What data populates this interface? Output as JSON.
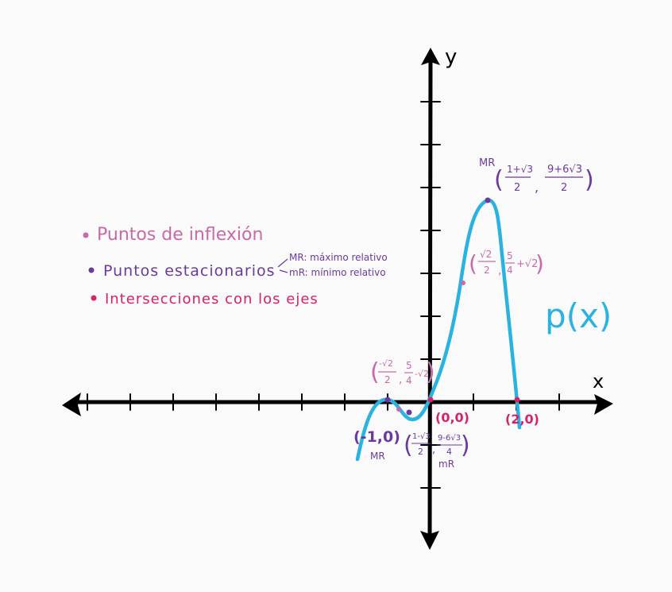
{
  "colors": {
    "background": "#fafafa",
    "axis": "#000000",
    "curve": "#2ab3e0",
    "inflexion": "#c86aa8",
    "stationary": "#6a3a9e",
    "intersection": "#d4236a"
  },
  "axes": {
    "x_label": "x",
    "y_label": "y",
    "x_ticks": 10,
    "y_ticks": 9
  },
  "function_label": "p(x)",
  "legend": {
    "inflexion": "Puntos de inflexión",
    "stationary": "Puntos estacionarios",
    "stationary_max_note": "MR: máximo relativo",
    "stationary_min_note": "mR: mínimo relativo",
    "intersections": "Intersecciones con los ejes"
  },
  "points": {
    "max_left": {
      "text": "(-1,0)",
      "tag": "MR"
    },
    "min_right": {
      "x_num": "1-√3",
      "x_den": "2",
      "y_num": "9-6√3",
      "y_den": "4",
      "tag": "mR"
    },
    "max_top": {
      "x_num": "1+√3",
      "x_den": "2",
      "y_num": "9+6√3",
      "y_den": "2",
      "tag": "MR"
    },
    "inflex_left": {
      "x_num": "-√2",
      "x_den": "2",
      "y_num": "5",
      "y_den": "4",
      "y_extra": "-√2"
    },
    "inflex_right": {
      "x_num": "√2",
      "x_den": "2",
      "y_num": "5",
      "y_den": "4",
      "y_extra": "+√2"
    },
    "origin": {
      "text": "(0,0)"
    },
    "root_two": {
      "text": "(2,0)"
    }
  }
}
